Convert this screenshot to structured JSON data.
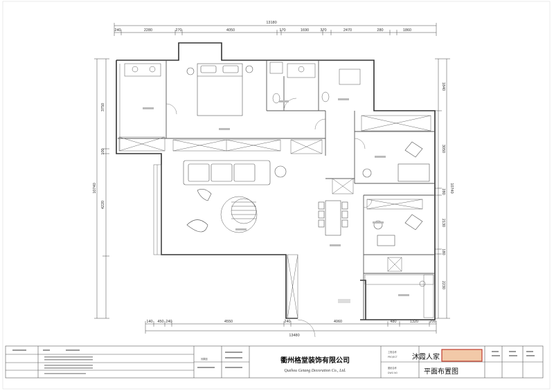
{
  "dimensions": {
    "top_total": "13180",
    "top": [
      "240",
      "2280",
      "270",
      "4050",
      "170",
      "1690",
      "370",
      "2470",
      "280",
      "1860"
    ],
    "bottom_total": "13480",
    "bottom": [
      "140",
      "450",
      "240",
      "4550",
      "240",
      "4060",
      "480",
      "1320",
      "200"
    ],
    "left": [
      "3750",
      "100",
      "4220",
      "10740"
    ],
    "right": [
      "1840",
      "3050",
      "280",
      "2130",
      "180",
      "2230",
      "10740"
    ]
  },
  "title_block": {
    "company_cn": "衢州格堂装饰有限公司",
    "company_en": "Quzhou Getang Decoration Co., Ltd.",
    "project_name": "沐霞人家",
    "drawing_name": "平面布置图",
    "project_label": "工程名称",
    "project_label_en": "PROJECT",
    "drawing_label": "图纸名称",
    "drawing_label_en": "DWG NO",
    "cell_label_mid": "效果图"
  },
  "colors": {
    "line": "#333333",
    "wall": "#444444",
    "highlight_fill": "#f2c9a8",
    "highlight_border": "#c0392b"
  }
}
